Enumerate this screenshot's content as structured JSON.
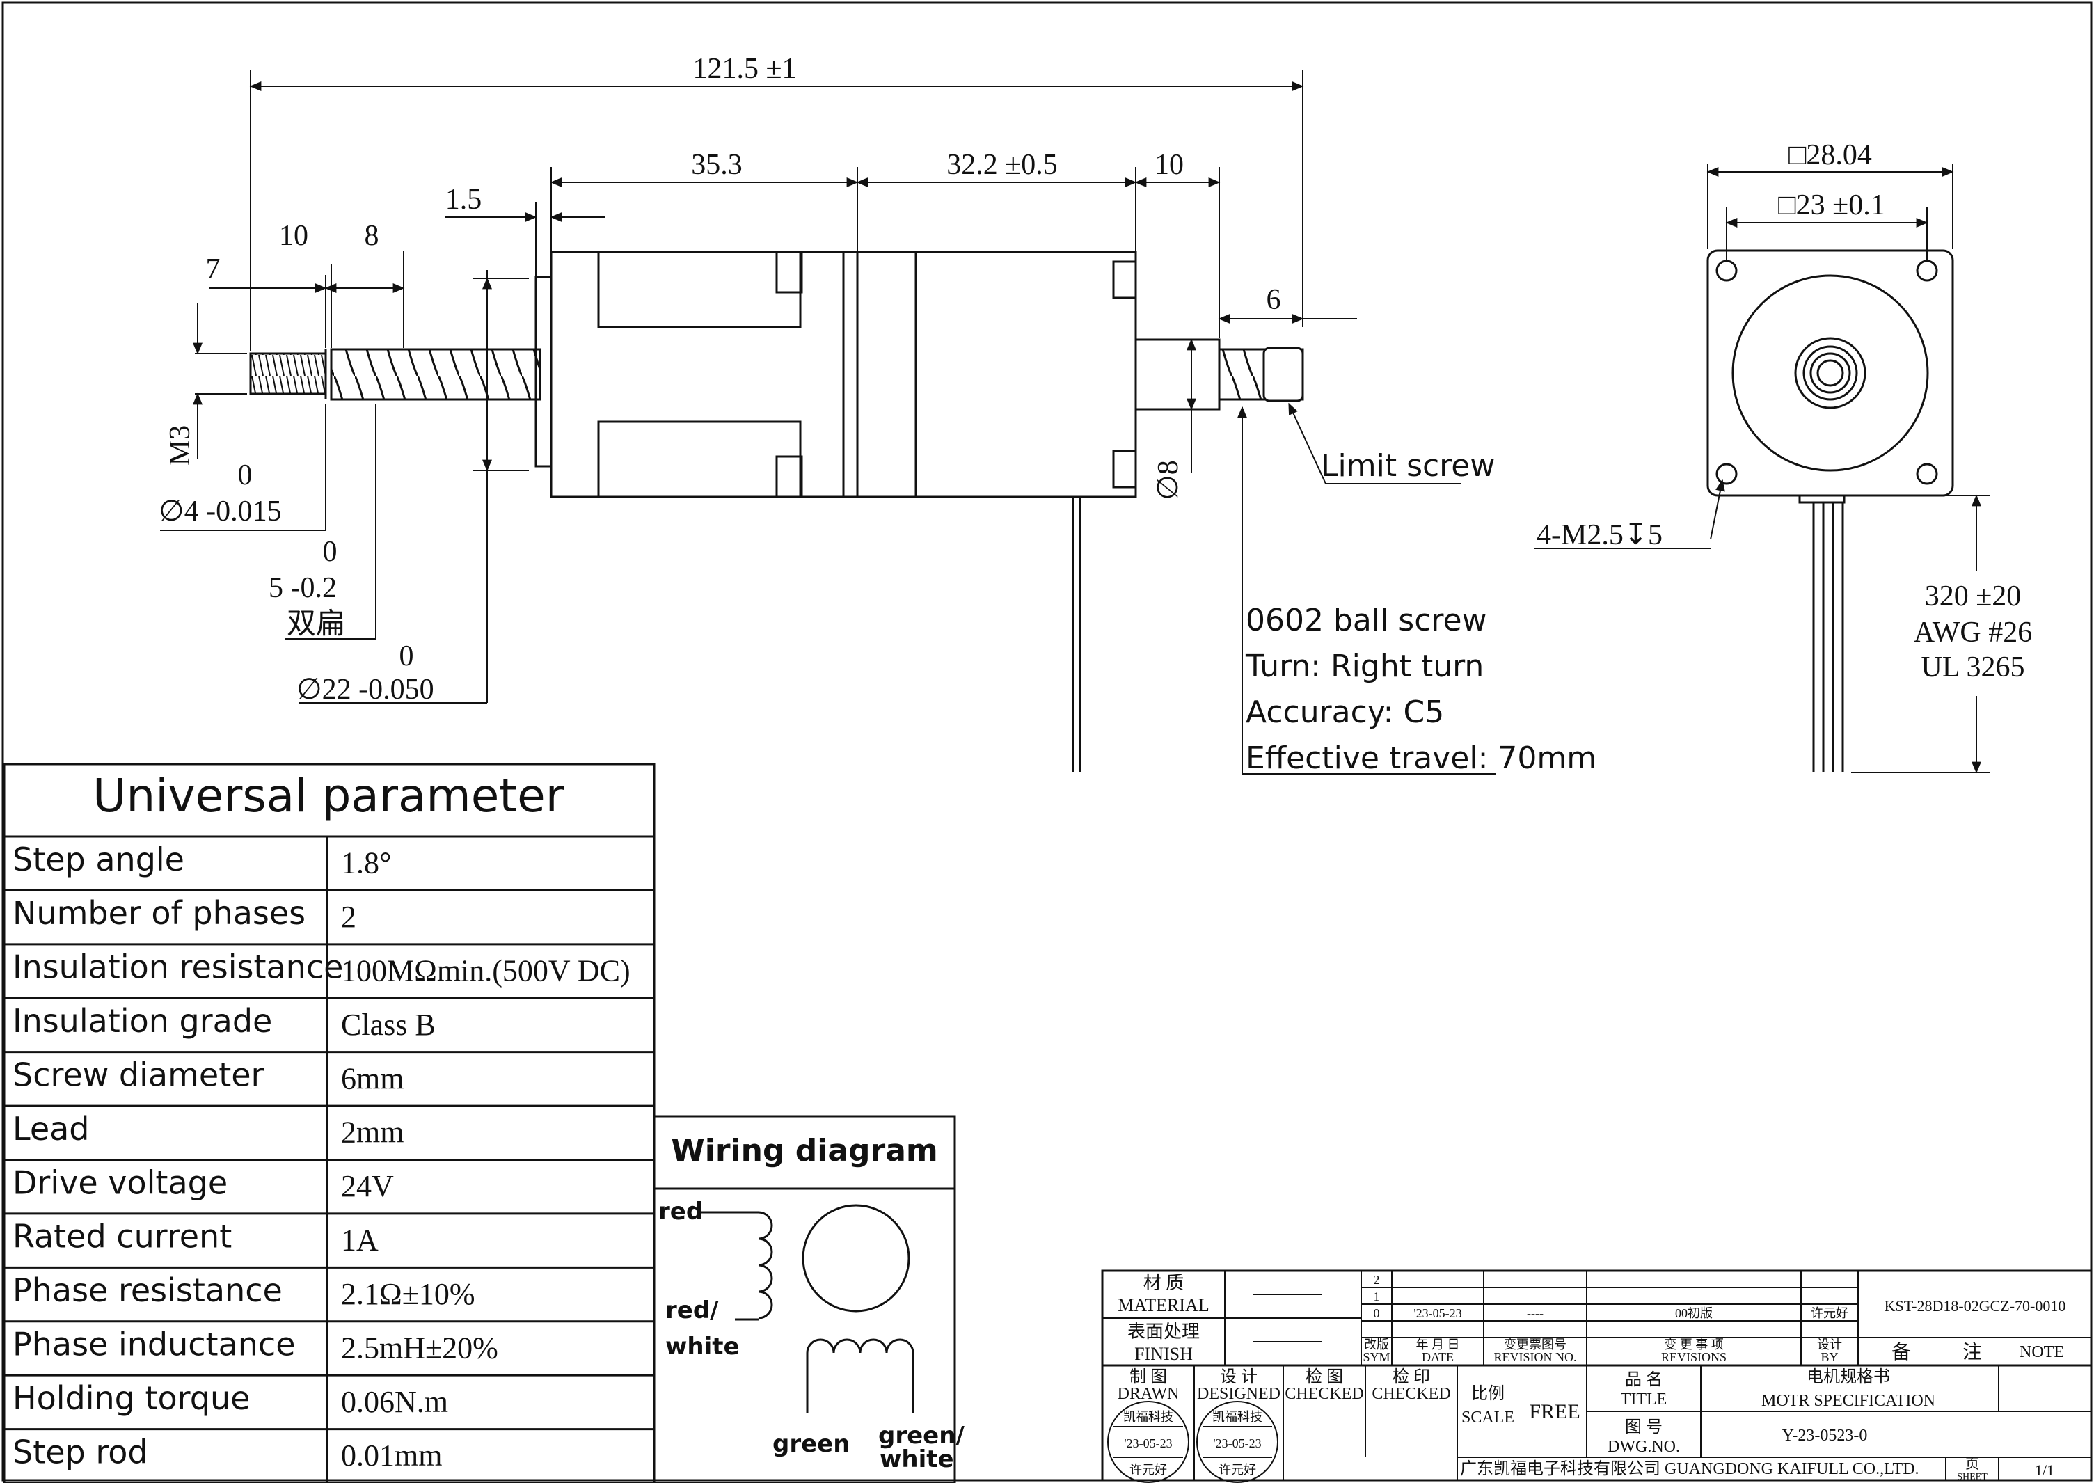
{
  "dimensions": {
    "overall_length": "121.5 ±1",
    "d_35_3": "35.3",
    "d_32_2": "32.2 ±0.5",
    "d_10_top": "10",
    "d_1_5": "1.5",
    "d_10_left": "10",
    "d_8": "8",
    "d_7": "7",
    "d_6": "6",
    "thread_label": "M3",
    "shaft_tol_top": "0",
    "shaft_dia": "∅4 -0.015",
    "flat_tol_top": "0",
    "flat_size": "5 -0.2",
    "flat_note": "双扁",
    "boss_tol_top": "0",
    "boss_dia": "∅22 -0.050",
    "rear_dia": "∅8",
    "limit_screw": "Limit screw",
    "face_size": "□28.04",
    "hole_spacing": "□23 ±0.1",
    "mount_holes": "4-M2.5↧5",
    "lead_length": "320 ±20",
    "awg": "AWG #26",
    "ul": "UL 3265"
  },
  "screw_notes": [
    "0602 ball screw",
    "Turn: Right turn",
    "Accuracy: C5",
    "Effective travel: 70mm"
  ],
  "params": {
    "title": "Universal parameter",
    "rows": [
      [
        "Step angle",
        "1.8°"
      ],
      [
        "Number of phases",
        "2"
      ],
      [
        "Insulation resistance",
        "100MΩmin.(500V DC)"
      ],
      [
        "Insulation grade",
        "Class B"
      ],
      [
        "Screw diameter",
        "6mm"
      ],
      [
        "Lead",
        "2mm"
      ],
      [
        "Drive voltage",
        "24V"
      ],
      [
        "Rated current",
        "1A"
      ],
      [
        "Phase resistance",
        "2.1Ω±10%"
      ],
      [
        "Phase inductance",
        "2.5mH±20%"
      ],
      [
        "Holding torque",
        "0.06N.m"
      ],
      [
        "Step rod",
        "0.01mm"
      ]
    ]
  },
  "wiring": {
    "title": "Wiring diagram",
    "red": "red",
    "red_white_1": "red/",
    "red_white_2": "white",
    "green": "green",
    "green_white_1": "green/",
    "green_white_2": "white"
  },
  "titleblock": {
    "material_cn": "材 质",
    "material_en": "MATERIAL",
    "finish_cn": "表面处理",
    "finish_en": "FINISH",
    "rev2": "2",
    "rev1": "1",
    "rev0": "0",
    "rev0_date": "'23-05-23",
    "rev0_no": "----",
    "rev0_desc": "00初版",
    "rev0_by": "许元好",
    "sym_cn": "改版",
    "sym_en": "SYM",
    "date_cn": "年 月 日",
    "date_en": "DATE",
    "revno_cn": "变更票图号",
    "revno_en": "REVISION NO.",
    "revs_cn": "变 更 事 项",
    "revs_en": "REVISIONS",
    "by_cn": "设计",
    "by_en": "BY",
    "part_no": "KST-28D18-02GCZ-70-0010",
    "note_cn1": "备",
    "note_cn2": "注",
    "note_en": "NOTE",
    "drawn_cn": "制 图",
    "drawn_en": "DRAWN",
    "designed_cn": "设 计",
    "designed_en": "DESIGNED",
    "checked1_cn": "检 图",
    "checked1_en": "CHECKED",
    "checked2_cn": "检 印",
    "checked2_en": "CHECKED",
    "scale_cn": "比例",
    "scale_en": "SCALE",
    "scale_val": "FREE",
    "title_cn": "品 名",
    "title_en": "TITLE",
    "title_val_cn": "电机规格书",
    "title_val_en": "MOTR SPECIFICATION",
    "dwg_cn": "图 号",
    "dwg_en": "DWG.NO.",
    "dwg_val": "Y-23-0523-0",
    "stamp_company": "凯福科技",
    "stamp_date": "'23-05-23",
    "stamp_name": "许元好",
    "company": "广东凯福电子科技有限公司 GUANGDONG KAIFULL CO.,LTD.",
    "sheet_cn": "页",
    "sheet_en": "SHEET",
    "sheet_val": "1/1"
  }
}
